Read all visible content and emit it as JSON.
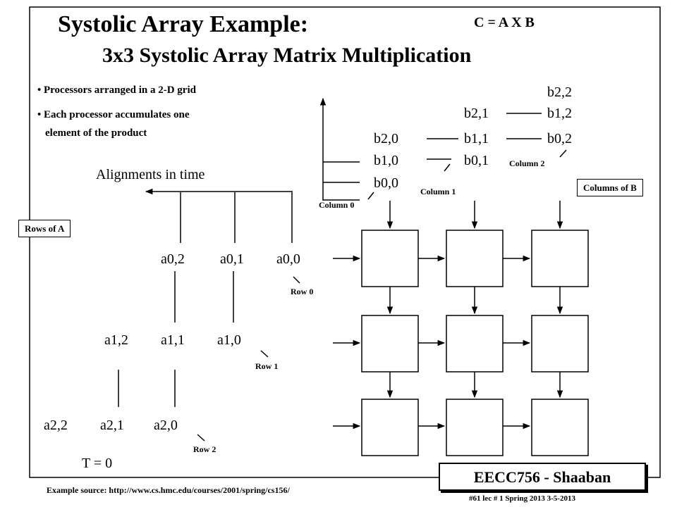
{
  "slide": {
    "title": "Systolic Array  Example:",
    "equation": "C = A X B",
    "subtitle": "3x3 Systolic Array Matrix Multiplication",
    "bullets": [
      "• Processors  arranged  in  a  2-D grid",
      "• Each  processor  accumulates  one",
      "element  of  the  product"
    ],
    "alignments_label": "Alignments in time",
    "time_label": "T = 0",
    "rows_tag": "Rows of A",
    "cols_tag": "Columns of B",
    "b_elements": {
      "col0": [
        "b2,0",
        "b1,0",
        "b0,0"
      ],
      "col1": [
        "b2,1",
        "b1,1",
        "b0,1"
      ],
      "col2": [
        "b2,2",
        "b1,2",
        "b0,2"
      ]
    },
    "column_labels": [
      "Column 0",
      "Column 1",
      "Column 2"
    ],
    "a_elements": {
      "row0": [
        "a0,2",
        "a0,1",
        "a0,0"
      ],
      "row1": [
        "a1,2",
        "a1,1",
        "a1,0"
      ],
      "row2": [
        "a2,2",
        "a2,1",
        "a2,0"
      ]
    },
    "row_labels": [
      "Row 0",
      "Row 1",
      "Row 2"
    ],
    "footer_source": "Example source:   http://www.cs.hmc.edu/courses/2001/spring/cs156/",
    "badge": "EECC756 - Shaaban",
    "footer_info": "#61   lec # 1    Spring 2013   3-5-2013"
  }
}
